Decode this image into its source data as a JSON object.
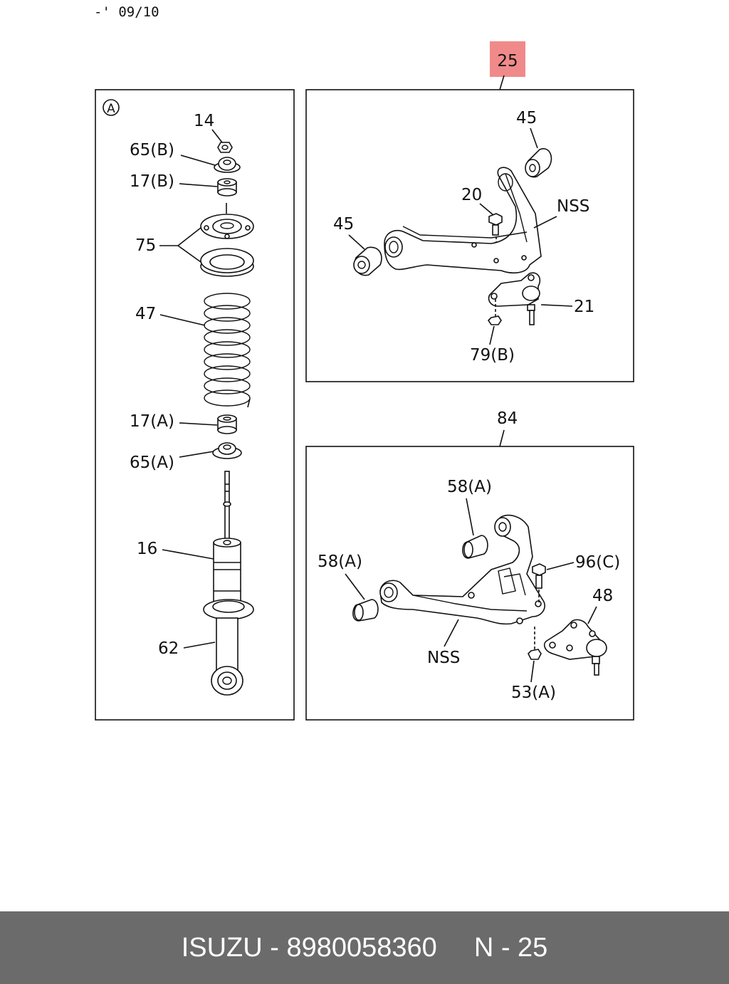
{
  "header": {
    "date_code": "-' 09/10"
  },
  "highlight": {
    "part": "25",
    "color": "#f08a8a"
  },
  "panels": {
    "left": {
      "marker": "A",
      "labels": {
        "l14": "14",
        "l65b": "65(B)",
        "l17b": "17(B)",
        "l75": "75",
        "l47": "47",
        "l17a": "17(A)",
        "l65a": "65(A)",
        "l16": "16",
        "l62": "62"
      }
    },
    "upper_right": {
      "labels": {
        "l45a": "45",
        "l45b": "45",
        "l20": "20",
        "lnss": "NSS",
        "l21": "21",
        "l79b": "79(B)"
      }
    },
    "lower_right": {
      "assembly": "84",
      "labels": {
        "l58a1": "58(A)",
        "l58a2": "58(A)",
        "l96c": "96(C)",
        "l48": "48",
        "lnss": "NSS",
        "l53a": "53(A)"
      }
    }
  },
  "footer": {
    "brand_part": "ISUZU - 8980058360",
    "page_ref": "N - 25",
    "background": "#6b6b6b"
  }
}
